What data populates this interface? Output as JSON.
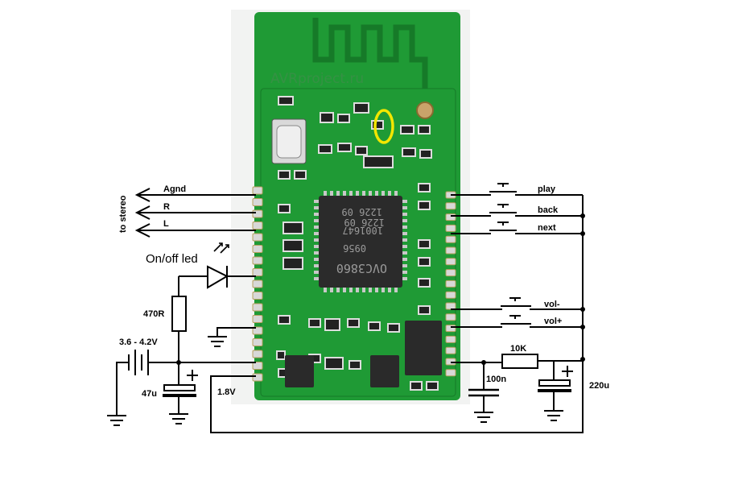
{
  "board": {
    "watermark": "AVRproject.ru",
    "chip_lines": [
      "1226 09",
      "1001647",
      "0956",
      "OVC3860"
    ],
    "pcb_color": "#1f9a35",
    "pcb_dark": "#167a28",
    "pad_color": "#d8d8d8"
  },
  "labels": {
    "agnd": "Agnd",
    "r": "R",
    "l": "L",
    "to_stereo": "to stereo",
    "on_off_led": "On/off led",
    "r470": "470R",
    "voltage": "3.6 - 4.2V",
    "c47u": "47u",
    "v18": "1.8V",
    "play": "play",
    "back": "back",
    "next": "next",
    "vol_minus": "vol-",
    "vol_plus": "vol+",
    "r10k": "10K",
    "c100n": "100n",
    "c220u": "220u"
  },
  "highlight": {
    "color": "#f2e600"
  }
}
